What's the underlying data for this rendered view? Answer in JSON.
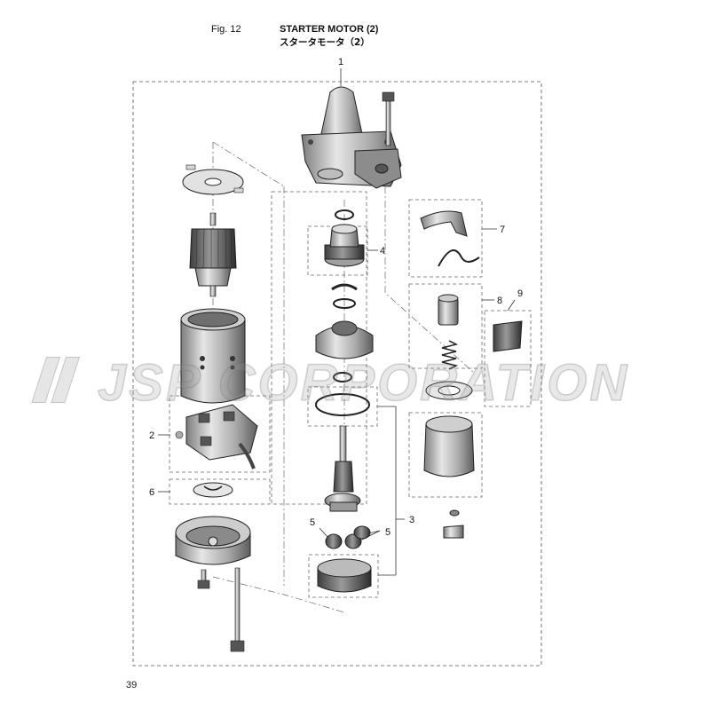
{
  "header": {
    "fig_label": "Fig. 12",
    "title": "STARTER MOTOR (2)",
    "subtitle_jp": "スタータモータ（2）"
  },
  "page_number": "39",
  "watermark": {
    "text": "JSP CORPORATION"
  },
  "callouts": [
    "1",
    "2",
    "3",
    "4",
    "5",
    "5",
    "6",
    "7",
    "8",
    "9"
  ]
}
